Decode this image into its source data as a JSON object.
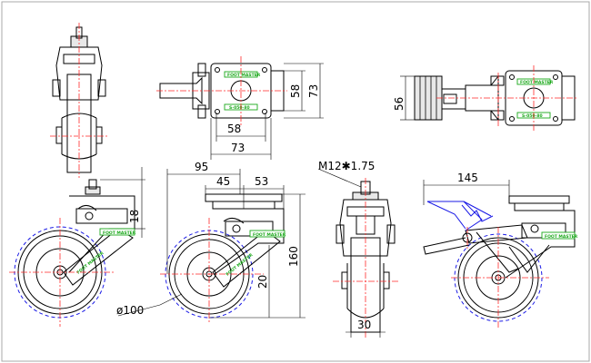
{
  "dimensions": {
    "plate_width": "58",
    "plate_height_inner": "58",
    "plate_height_outer": "73",
    "plate_width_outer": "73",
    "side_depth": "56",
    "overall_width": "95",
    "offset_45": "45",
    "offset_53": "53",
    "stem_height": "18",
    "overall_height": "160",
    "height_20": "20",
    "wheel_diameter": "ø100",
    "thread": "M12✱1.75",
    "wheel_width": "30",
    "swing_width": "145"
  },
  "labels": {
    "brand": "FOOT MASTER",
    "plate_code": "S-050-80",
    "arm_text": "FOOT MASTER"
  },
  "colors": {
    "centerline": "#ff2a2a",
    "phantom": "#1a1ae6",
    "label": "#1aa81a"
  }
}
